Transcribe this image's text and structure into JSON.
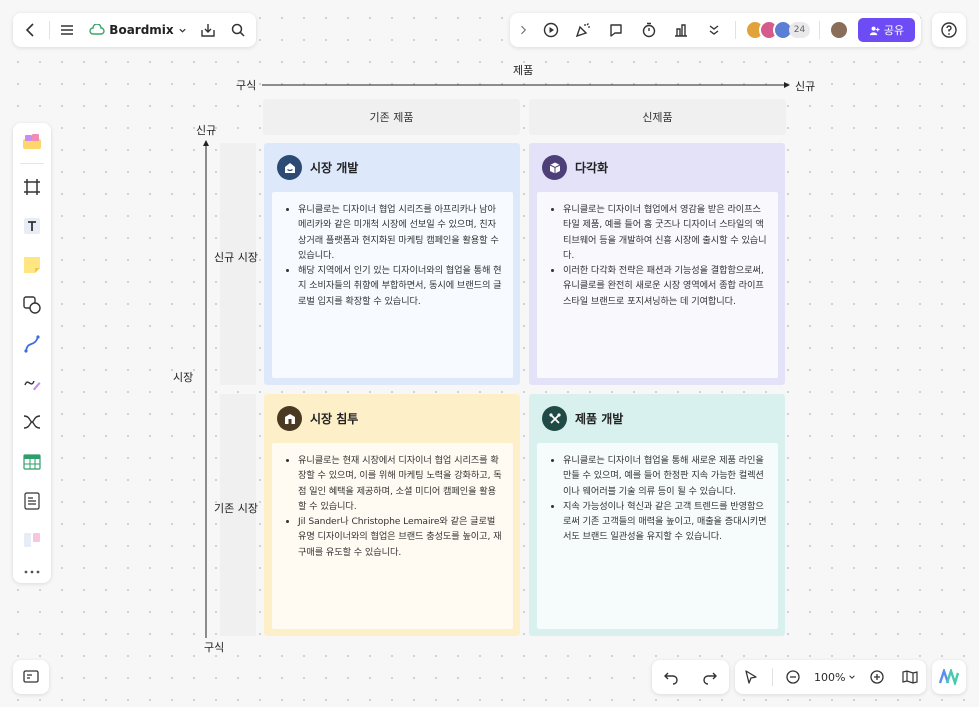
{
  "toolbar_left": {
    "brand": "Boardmix"
  },
  "toolbar_right": {
    "collaborator_count": "24",
    "share_label": "공유"
  },
  "zoom": {
    "level": "100%"
  },
  "matrix": {
    "top_axis_title": "제품",
    "top_axis_left": "구식",
    "top_axis_right": "신규",
    "left_axis_title": "시장",
    "left_axis_top": "신규",
    "left_axis_bottom": "구식",
    "col_existing": "기존 제품",
    "col_new": "신제품",
    "row_new_market": "신규 시장",
    "row_existing_market": "기존 시장",
    "quadrants": {
      "market_development": {
        "title": "시장 개발",
        "color": "#dde9fb",
        "icon_color": "#2c4a73",
        "items": [
          "유니클로는 디자이너 협업 시리즈를 아프리카나 남아메리카와 같은 미개척 시장에 선보일 수 있으며, 친자상거래 플랫폼과 현지화된 마케팅 캠페인을 활용할 수 있습니다.",
          "해당 지역에서 인기 있는 디자이너와의 협업을 통해 현지 소비자들의 취향에 부합하면서, 동시에 브랜드의 글로벌 입지를 확장할 수 있습니다."
        ]
      },
      "diversification": {
        "title": "다각화",
        "color": "#e3e2f8",
        "icon_color": "#4e3f78",
        "items": [
          "유니클로는 디자이너 협업에서 영감을 받은 라이프스타일 제품, 예를 들어 홈 굿즈나 디자이너 스타일의 액티브웨어 등을 개발하여 신흥 시장에 출시할 수 있습니다.",
          "이러한 다각화 전략은 패션과 기능성을 결합함으로써, 유니클로를 완전히 새로운 시장 영역에서 종합 라이프스타일 브랜드로 포지셔닝하는 데 기여합니다."
        ]
      },
      "market_penetration": {
        "title": "시장 침투",
        "color": "#fdf0c9",
        "icon_color": "#4a3a22",
        "items": [
          "유니클로는 현재 시장에서 디자이너 협업 시리즈를 확장할 수 있으며, 이를 위해 마케팅 노력을 강화하고, 독점 일인 혜택을 제공하며, 소셜 미디어 캠페인을 활용할 수 있습니다.",
          "Jil Sander나 Christophe Lemaire와 같은 글로벌 유명 디자이너와의 협업은 브랜드 충성도를 높이고, 재구매를 유도할 수 있습니다."
        ]
      },
      "product_development": {
        "title": "제품 개발",
        "color": "#d9f1ee",
        "icon_color": "#1f4a45",
        "items": [
          "유니클로는 디자이너 협업을 통해 새로운 제품 라인을 만들 수 있으며, 예를 들어 한정판 지속 가능한 컬렉션이나 웨어러블 기술 의류 등이 될 수 있습니다.",
          "지속 가능성이나 혁신과 같은 고객 트렌드를 반영함으로써 기존 고객들의 매력을 높이고, 매출을 증대시키면서도 브랜드 일관성을 유지할 수 있습니다."
        ]
      }
    }
  }
}
